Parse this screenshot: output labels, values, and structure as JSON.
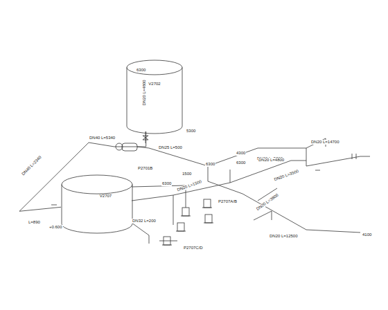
{
  "diagram": {
    "nodes": [
      {
        "text": [
          "V2702"
        ]
      },
      {
        "text": [
          "V2707"
        ]
      }
    ],
    "edges": [
      {
        "from": 1,
        "to": 0,
        "arrow": "none"
      }
    ],
    "labels": [
      "6300",
      "DN20 L=4800",
      "5300",
      "DN40 L=5340",
      "DN40 L=2340",
      "DN25 L=500",
      "P2701B",
      "1500",
      "6300",
      "4300",
      "DN20 L=5300",
      "6300",
      "DN20 L=14700",
      "DN20 L=3500",
      "DN20 L=4800",
      "DN20 L=1500",
      "DN20 L=3800",
      "6300",
      "DN32 L=200",
      "L=890",
      "+0.600",
      "P2707A/B",
      "P2707C/D",
      "DN20 L=12500",
      "4100"
    ]
  }
}
